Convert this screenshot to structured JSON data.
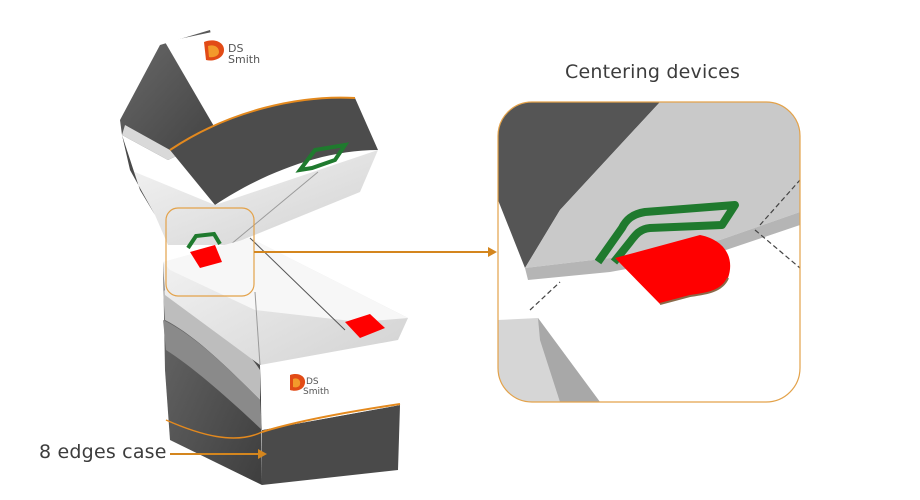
{
  "labels": {
    "centering": "Centering devices",
    "edges_case": "8 edges case"
  },
  "logo": {
    "line1": "DS",
    "line2": "Smith"
  },
  "colors": {
    "accent_orange": "#e3891e",
    "tab_red": "#ff0000",
    "slot_green": "#1f7a2e",
    "case_dark": "#505050",
    "case_light": "#e6e6e6",
    "case_white": "#ffffff",
    "text": "#3c3c3c"
  }
}
